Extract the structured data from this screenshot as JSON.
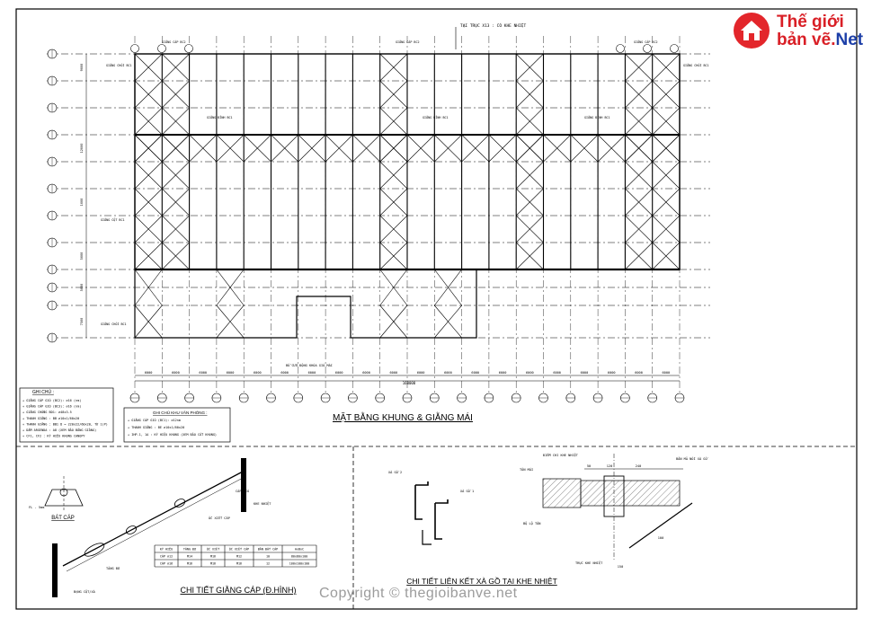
{
  "logo": {
    "line1": "Thế giới",
    "line2_a": "bản vẽ.",
    "line2_b": "Net",
    "icon": "house-icon"
  },
  "plan": {
    "title": "MẶT BẰNG KHUNG & GIẰNG MÁI",
    "top_note": "TẠI TRỤC X13 : CÓ KHE NHIỆT",
    "bracing_labels": [
      "GIẰNG CỘT BC1",
      "GIẰNG CÁP BC2",
      "GIẰNG ĐỈNH BC1",
      "GIẰNG CHỐI BC1"
    ],
    "bottom_dims": [
      "6000",
      "6000",
      "6000",
      "6000",
      "6000",
      "6000",
      "6000",
      "6000",
      "6000",
      "6000",
      "6000",
      "6000",
      "6000",
      "6000",
      "6000",
      "6000",
      "6000",
      "6000",
      "6000",
      "6000"
    ],
    "overall_dim": "160000",
    "side_dims": [
      "9000",
      "12000",
      "1000",
      "5000",
      "5000",
      "7500"
    ],
    "canopy_note": "BỔ CỬU ĐỘNG KHÓA GIÓ MÁI"
  },
  "notes": {
    "title": "GHI CHÚ :",
    "items": [
      "+ GIẰNG CÁP GIÓ (BC2): ∅16 (nm)",
      "+ GIẰNG CÁP GIÓ (BC3): ∅16 (nm)",
      "+ GIẰNG CHỐNG BD1: ∅48x3.5",
      "+ THANH GIẰNG : BB ∅10x1/60x20",
      "+ THANH GIẰNG : BB1 D = 220x22/60x20, TỪ 1(P)",
      "+ DẦM ARGENDA : A8 (XEM BẢO BẰNG GIẰNG)",
      "+ CF1, CF2 : KÝ HIỆU KHUNG CANOPY"
    ],
    "office_title": "GHI CHÚ KHU VĂN PHÒNG :",
    "office_items": [
      "+ GIẰNG CÁP GIÓ (BC1): ∅12nm",
      "+ THANH GIẰNG : BE ∅10x1/60x20",
      "+ IHP-1, 1A : KÝ HIỆU KHUNG (XEM BẢO CẤT KHUNG)"
    ]
  },
  "detail_cable": {
    "title": "CHI TIẾT GIẰNG CÁP (Đ.HÌNH)",
    "sub_title": "BÁT CÁP",
    "labels": [
      "FL - 5mm",
      "BÁT CÁP",
      "TĂNG ĐƠ",
      "ỐC XIẾT CÁP",
      "CÁP GIÓ",
      "BẠNG CỘT/XÀ",
      "KHE NHIỆT"
    ],
    "table_headers": [
      "KÝ HIỆU",
      "TĂNG ĐƠ",
      "ỐC XIẾT",
      "ỐC XIẾT CÁP",
      "BẢN BẮT CÁP",
      "AxBxC"
    ],
    "table_rows": [
      [
        "CÁP ∅12",
        "M14",
        "M16",
        "M12",
        "10",
        "80x80x100"
      ],
      [
        "CÁP ∅16",
        "M16",
        "M16",
        "M16",
        "12",
        "100x100x100"
      ]
    ]
  },
  "detail_purlin": {
    "title": "CHI TIẾT LIÊN KẾT XÀ GỒ TẠI KHE NHIỆT",
    "labels": [
      "XÀ GỒ 2",
      "XÀ GỒ 1",
      "ĐIỀM CHI KHE NHIỆT",
      "TÔN MÁI",
      "BỘ LỘ TÔN",
      "TRỤC KHE NHIỆT",
      "BẢN MÃ NỐI XÀ GỒ"
    ],
    "dims": [
      "50",
      "120",
      "240",
      "150",
      "100"
    ]
  },
  "watermark": "Copyright © thegioibanve.net"
}
